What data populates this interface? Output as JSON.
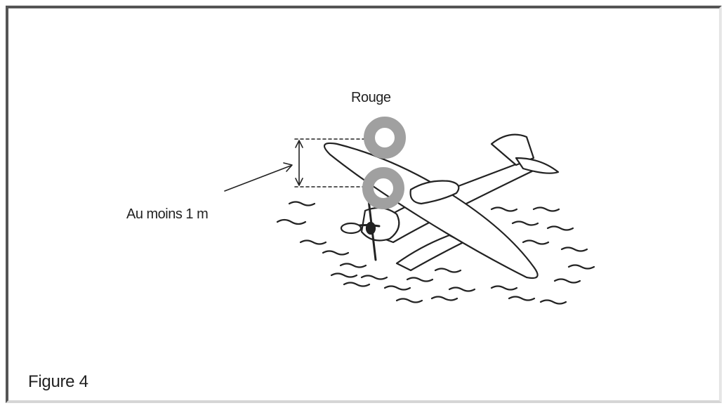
{
  "diagram": {
    "signal_label": "Rouge",
    "distance_label": "Au moins 1 m",
    "caption": "Figure 4",
    "signal_color": "#a0a0a0",
    "line_color": "#222222"
  }
}
